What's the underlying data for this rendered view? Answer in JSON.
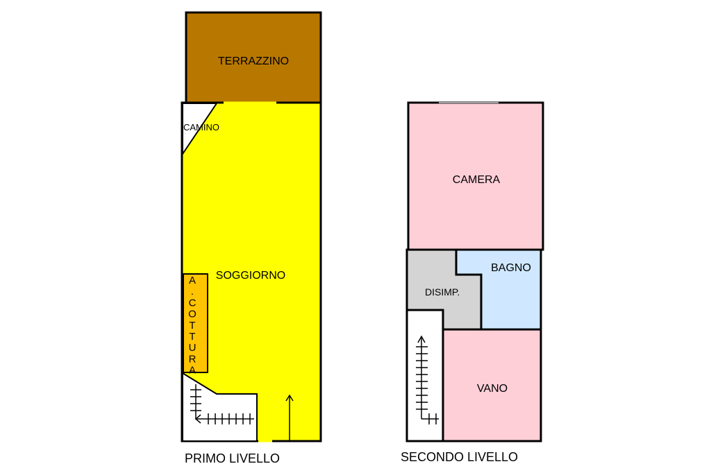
{
  "levels": {
    "primo": {
      "caption": "PRIMO LIVELLO",
      "rooms": {
        "terrazzino": "TERRAZZINO",
        "camino": "CAMINO",
        "soggiorno": "SOGGIORNO",
        "cottura_letters": [
          "A",
          ".",
          "C",
          "O",
          "T",
          "T",
          "U",
          "R",
          "A"
        ]
      }
    },
    "secondo": {
      "caption": "SECONDO LIVELLO",
      "rooms": {
        "camera": "CAMERA",
        "bagno": "BAGNO",
        "disimp": "DISIMP.",
        "vano": "VANO"
      }
    }
  },
  "colors": {
    "terrazzino": "#b87800",
    "soggiorno": "#ffff00",
    "cottura": "#ffc400",
    "camera": "#ffcfd8",
    "bagno": "#cfe8ff",
    "disimp": "#d4d4d4",
    "vano": "#ffcfd8",
    "wall": "#000000"
  }
}
